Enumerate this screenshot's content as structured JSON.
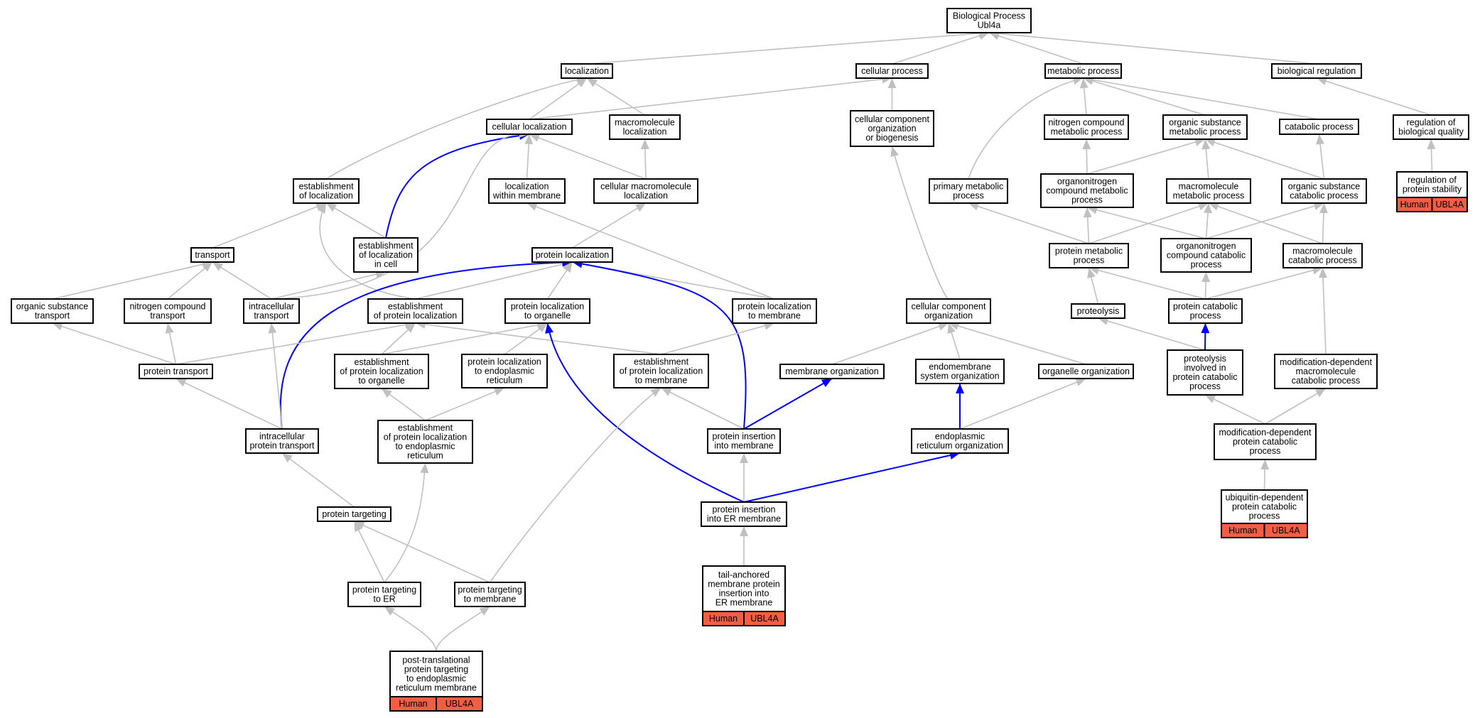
{
  "nodes": {
    "root": [
      "Biological Process",
      "Ubl4a"
    ],
    "loc": [
      "localization"
    ],
    "cellproc": [
      "cellular process"
    ],
    "metab": [
      "metabolic process"
    ],
    "bioreg": [
      "biological regulation"
    ],
    "cellloc": [
      "cellular localization"
    ],
    "macroloc": [
      "macromolecule",
      "localization"
    ],
    "ccob": [
      "cellular component",
      "organization",
      "or biogenesis"
    ],
    "nitmet": [
      "nitrogen compound",
      "metabolic process"
    ],
    "orgsubmet": [
      "organic substance",
      "metabolic process"
    ],
    "catab": [
      "catabolic process"
    ],
    "regqual": [
      "regulation of",
      "biological quality"
    ],
    "estloc": [
      "establishment",
      "of localization"
    ],
    "locmem": [
      "localization",
      "within membrane"
    ],
    "cellmacroloc": [
      "cellular macromolecule",
      "localization"
    ],
    "primmet": [
      "primary metabolic",
      "process"
    ],
    "orgnitmet": [
      "organonitrogen",
      "compound metabolic",
      "process"
    ],
    "macromet": [
      "macromolecule",
      "metabolic process"
    ],
    "orgsubcat": [
      "organic substance",
      "catabolic process"
    ],
    "regstab": [
      "regulation of",
      "protein stability"
    ],
    "transport": [
      "transport"
    ],
    "estloccell": [
      "establishment",
      "of localization",
      "in cell"
    ],
    "protloc": [
      "protein localization"
    ],
    "protmet": [
      "protein metabolic",
      "process"
    ],
    "orgnitcat": [
      "organonitrogen",
      "compound catabolic",
      "process"
    ],
    "macrocat": [
      "macromolecule",
      "catabolic process"
    ],
    "orgsubtrans": [
      "organic substance",
      "transport"
    ],
    "nittrans": [
      "nitrogen compound",
      "transport"
    ],
    "intratrans": [
      "intracellular",
      "transport"
    ],
    "estprotloc": [
      "establishment",
      "of protein localization"
    ],
    "protlocorg": [
      "protein localization",
      "to organelle"
    ],
    "protlocmem": [
      "protein localization",
      "to membrane"
    ],
    "ccorg": [
      "cellular component",
      "organization"
    ],
    "proteolysis": [
      "proteolysis"
    ],
    "protcat": [
      "protein catabolic",
      "process"
    ],
    "prottrans": [
      "protein transport"
    ],
    "estprotorg": [
      "establishment",
      "of protein localization",
      "to organelle"
    ],
    "protlocer": [
      "protein localization",
      "to endoplasmic",
      "reticulum"
    ],
    "estprotmem": [
      "establishment",
      "of protein localization",
      "to membrane"
    ],
    "memorg": [
      "membrane organization"
    ],
    "endomem": [
      "endomembrane",
      "system organization"
    ],
    "organorg": [
      "organelle organization"
    ],
    "proteolysiscat": [
      "proteolysis",
      "involved in",
      "protein catabolic",
      "process"
    ],
    "moddepmacro": [
      "modification-dependent",
      "macromolecule",
      "catabolic process"
    ],
    "intraprot": [
      "intracellular",
      "protein transport"
    ],
    "estproter": [
      "establishment",
      "of protein localization",
      "to endoplasmic",
      "reticulum"
    ],
    "protinsmem": [
      "protein insertion",
      "into membrane"
    ],
    "erorg": [
      "endoplasmic",
      "reticulum organization"
    ],
    "moddepprot": [
      "modification-dependent",
      "protein catabolic",
      "process"
    ],
    "ubidep": [
      "ubiquitin-dependent",
      "protein catabolic",
      "process"
    ],
    "prottarg": [
      "protein targeting"
    ],
    "protinser": [
      "protein insertion",
      "into ER membrane"
    ],
    "prottarger": [
      "protein targeting",
      "to ER"
    ],
    "prottargmem": [
      "protein targeting",
      "to membrane"
    ],
    "tailanch": [
      "tail-anchored",
      "membrane protein",
      "insertion into",
      "ER membrane"
    ],
    "posttrans": [
      "post-translational",
      "protein targeting",
      "to endoplasmic",
      "reticulum membrane"
    ]
  },
  "annotations": {
    "organism": "Human",
    "gene": "UBL4A"
  },
  "colors": {
    "annotation_fill": "#f15e44",
    "edge_default": "#c0c0c0",
    "edge_highlight": "#0000ff"
  }
}
